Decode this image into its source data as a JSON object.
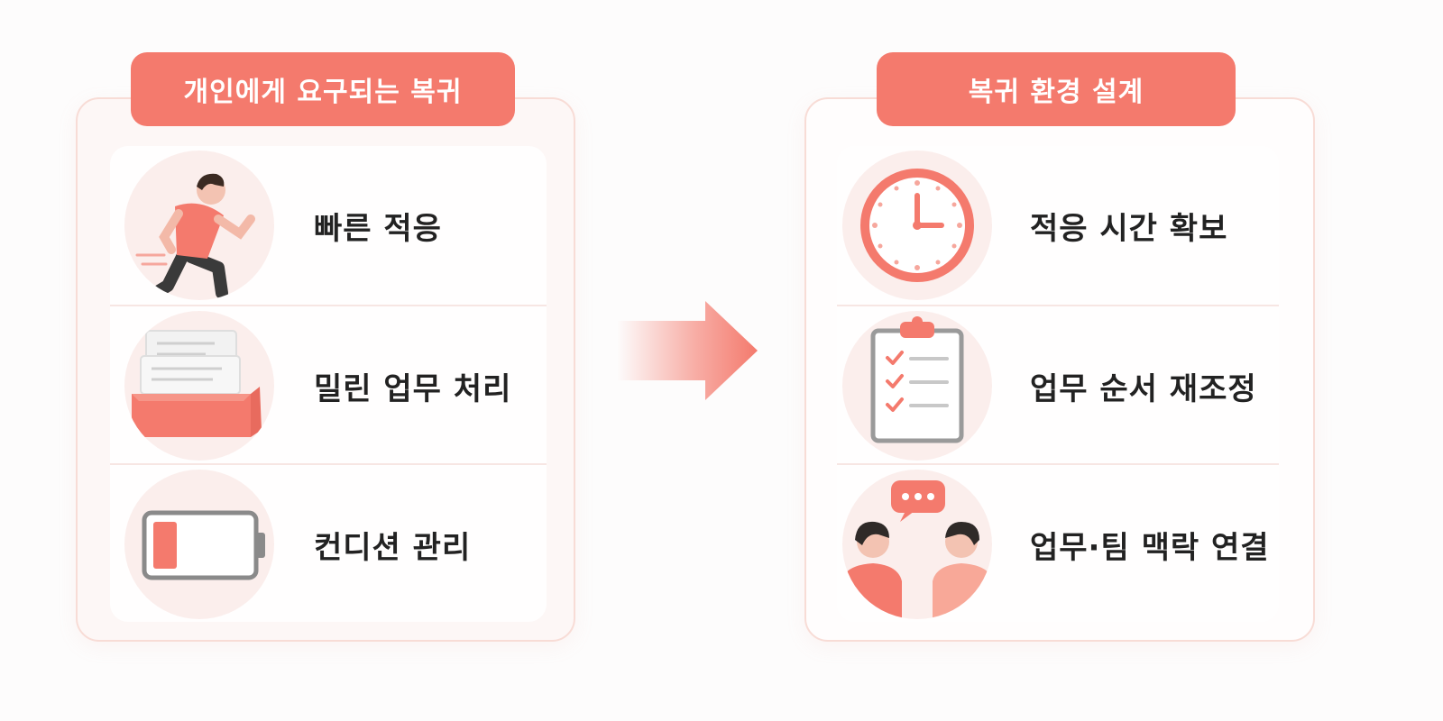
{
  "left_panel": {
    "header": "개인에게 요구되는 복귀",
    "items": [
      {
        "label": "빠른 적응",
        "icon": "running-person-icon"
      },
      {
        "label": "밀린 업무 처리",
        "icon": "document-stack-icon"
      },
      {
        "label": "컨디션 관리",
        "icon": "low-battery-icon"
      }
    ]
  },
  "right_panel": {
    "header": "복귀 환경 설계",
    "items": [
      {
        "label": "적응 시간 확보",
        "icon": "clock-icon"
      },
      {
        "label": "업무 순서 재조정",
        "icon": "checklist-clipboard-icon"
      },
      {
        "label": "업무·팀 맥락 연결",
        "icon": "conversation-people-icon"
      }
    ]
  },
  "colors": {
    "accent": "#f47a6d",
    "accent_light": "#fbeeec",
    "text": "#222222"
  }
}
